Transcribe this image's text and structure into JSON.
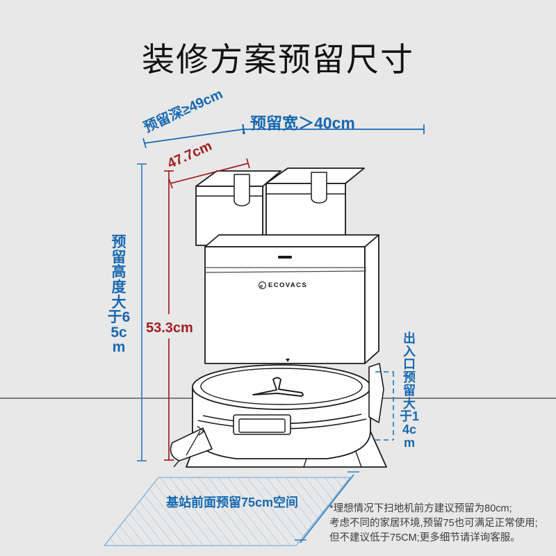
{
  "page": {
    "title": "装修方案预留尺寸",
    "background_color": "#e8e8e8",
    "blue": "#1668b0",
    "red": "#a11d22",
    "outline": "#1a1a1a"
  },
  "dimensions": {
    "depth_required": "预留深≥49cm",
    "width_required": "预留宽＞40cm",
    "product_depth": "47.7cm",
    "height_required": "预留高度大于65cm",
    "product_height": "53.3cm",
    "entry_clearance": "出入口预留大于14cm",
    "floor_clearance": "基站前面预留75cm空间"
  },
  "product": {
    "brand": "ECOVACS"
  },
  "footnote": {
    "line1": "*理想情况下扫地机前方建议预留为80cm;",
    "line2": "考虑不同的家居环境,预留75也可满足正常使用;",
    "line3": "但不建议低于75CM;更多细节请详询客服。",
    "text": "*理想情况下扫地机前方建议预留为80cm;\n考虑不同的家居环境,预留75也可满足正常使用;\n但不建议低于75CM;更多细节请详询客服。"
  },
  "chart_data": {
    "type": "diagram",
    "title": "装修方案预留尺寸",
    "subject": "ECOVACS robot vacuum + docking station reserved-space drawing",
    "measurements": [
      {
        "label": "预留深≥49cm",
        "value": 49,
        "unit": "cm",
        "axis": "depth",
        "kind": "required",
        "color": "#1668b0"
      },
      {
        "label": "预留宽＞40cm",
        "value": 40,
        "unit": "cm",
        "axis": "width",
        "kind": "required",
        "color": "#1668b0"
      },
      {
        "label": "47.7cm",
        "value": 47.7,
        "unit": "cm",
        "axis": "depth",
        "kind": "product",
        "color": "#a11d22"
      },
      {
        "label": "预留高度大于65cm",
        "value": 65,
        "unit": "cm",
        "axis": "height",
        "kind": "required",
        "color": "#1668b0"
      },
      {
        "label": "53.3cm",
        "value": 53.3,
        "unit": "cm",
        "axis": "height",
        "kind": "product",
        "color": "#a11d22"
      },
      {
        "label": "出入口预留大于14cm",
        "value": 14,
        "unit": "cm",
        "axis": "entry",
        "kind": "required",
        "color": "#1668b0"
      },
      {
        "label": "基站前面预留75cm空间",
        "value": 75,
        "unit": "cm",
        "axis": "front-floor",
        "kind": "required",
        "color": "#1668b0"
      }
    ]
  }
}
